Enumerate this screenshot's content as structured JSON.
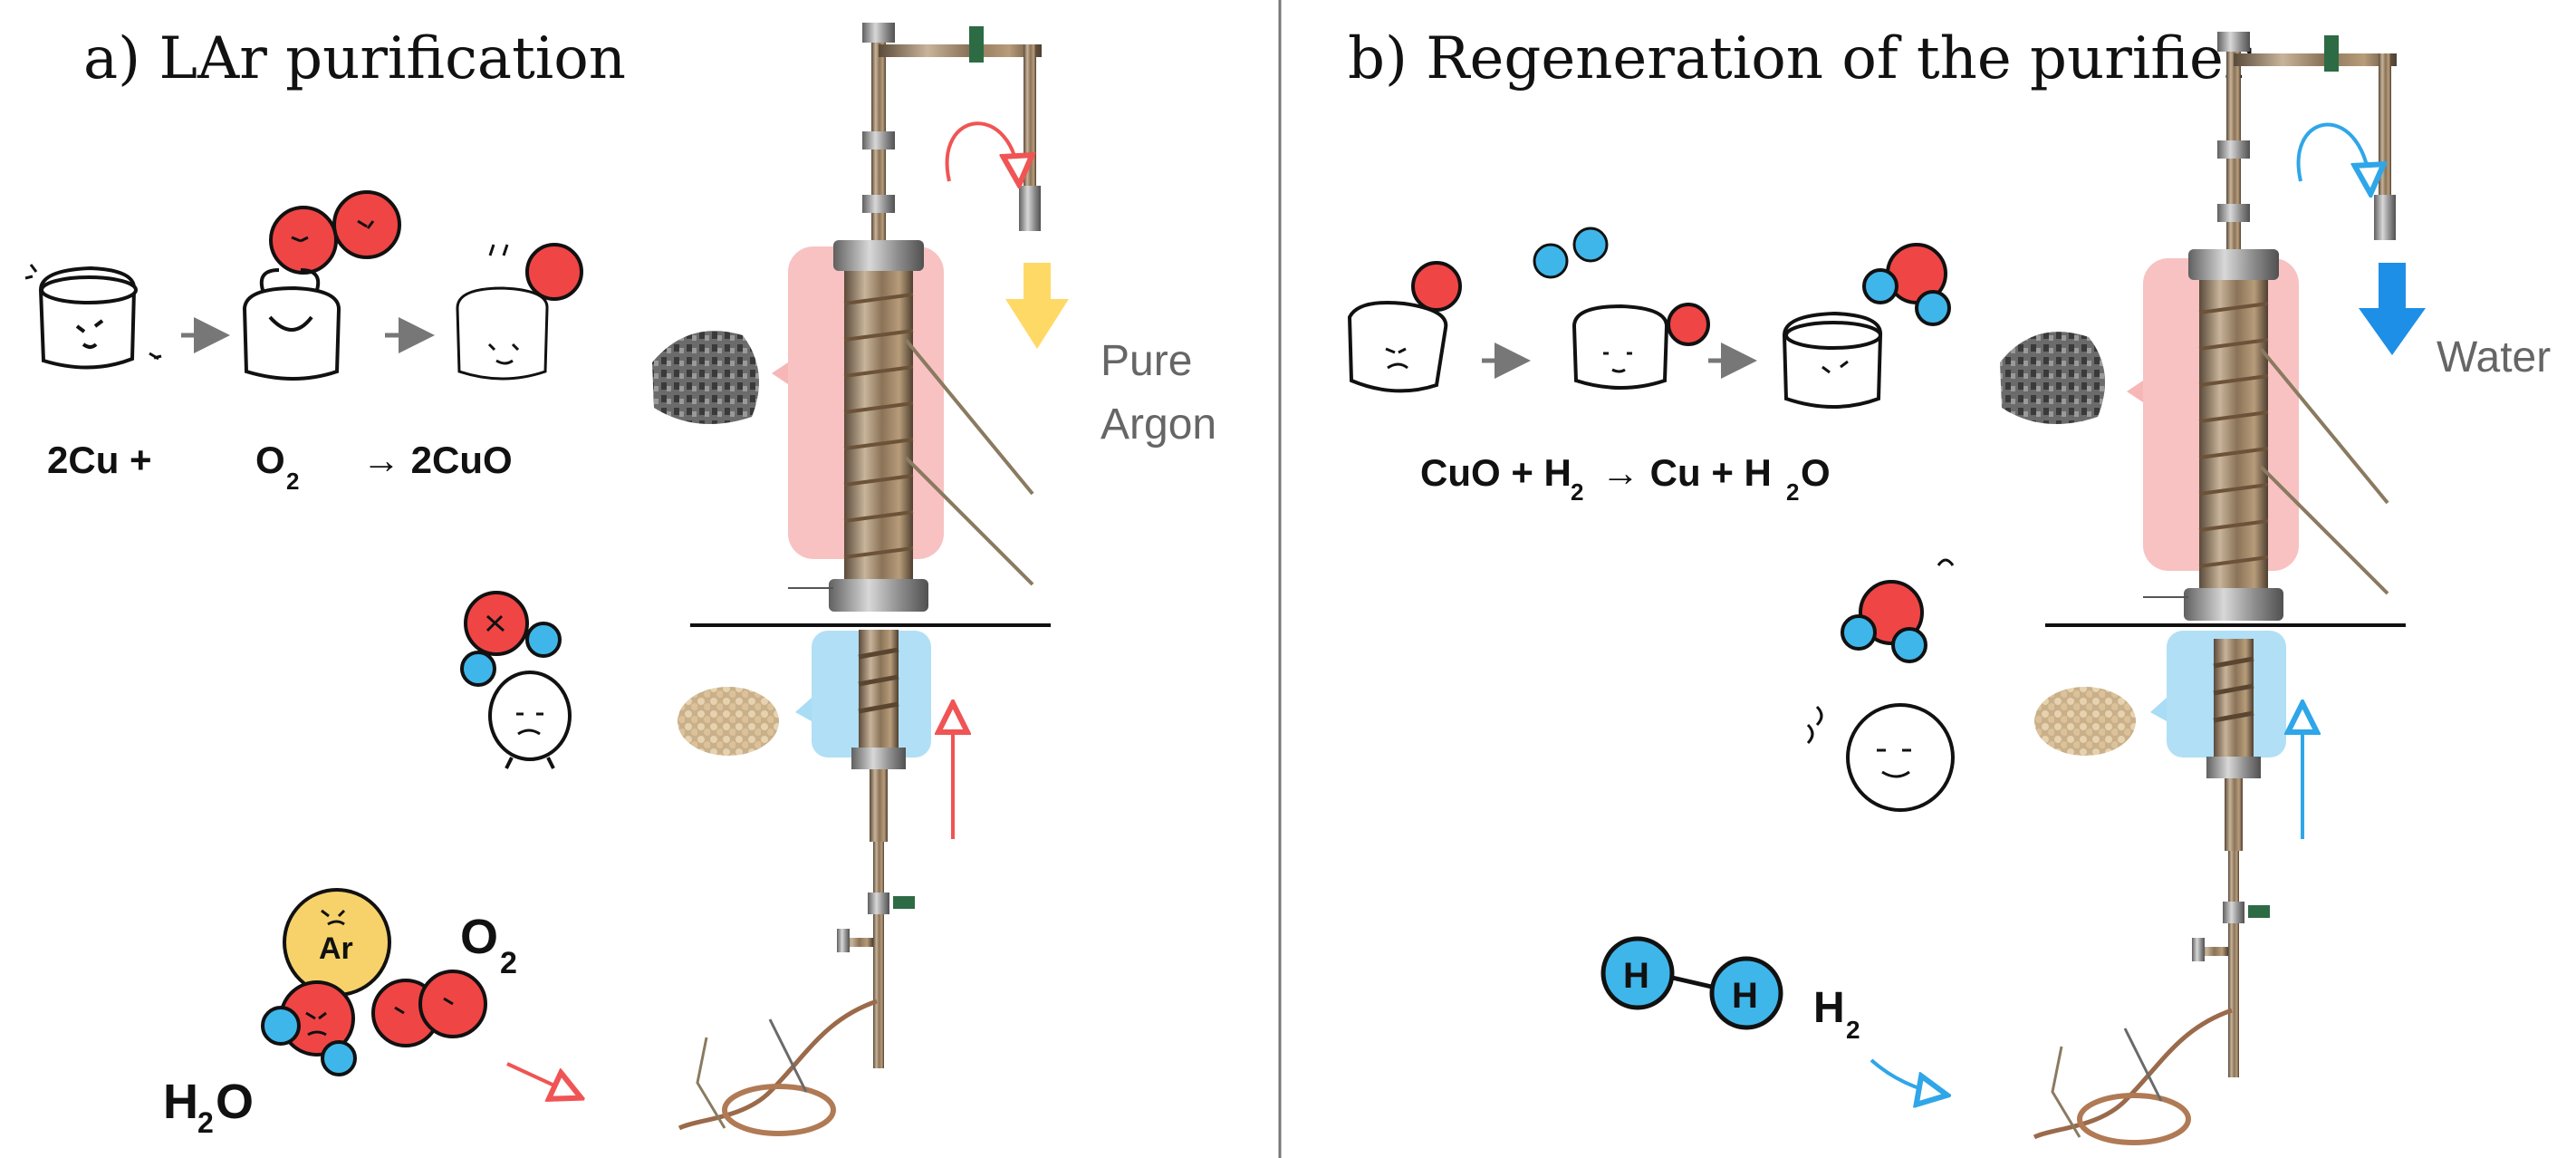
{
  "panels": {
    "a": {
      "title": "a) LAr purification",
      "flow_label_line1": "Pure",
      "flow_label_line2": "Argon",
      "reaction": {
        "t1": "2Cu  +",
        "t2": "O",
        "t2_sub": "2",
        "t3": "→ 2CuO"
      },
      "impurities": {
        "ar_label": "Ar",
        "o2_label": "O",
        "o2_sub": "2",
        "h2o_label_h": "H",
        "h2o_sub": "2",
        "h2o_label_o": "O"
      },
      "accent_color": "#f05454",
      "flow_color": "#ffd966"
    },
    "b": {
      "title": "b) Regeneration of the purifier",
      "flow_label": "Water",
      "reaction": {
        "t1": "CuO + H",
        "t1_sub": "2",
        "t2": "→ Cu + H",
        "t2_sub": "2",
        "t3": "O"
      },
      "h2": {
        "h_left": "H",
        "h_right": "H",
        "label": "H",
        "label_sub": "2"
      },
      "accent_color": "#2fa6e8",
      "flow_color": "#1e8fe6"
    }
  },
  "colors": {
    "oxygen": "#f04545",
    "hydrogen": "#3fb6ea",
    "argon": "#f7d26a",
    "heater": "#f7b7b7",
    "cooler": "#a9dcf5",
    "divider": "#777777",
    "label_gray": "#666666"
  },
  "icons": [
    "copper-cube-icon",
    "oxygen-molecule-icon",
    "water-molecule-icon",
    "hydrogen-molecule-icon",
    "argon-atom-icon",
    "catalyst-pellets-icon",
    "sieve-beads-icon",
    "purifier-column-icon"
  ]
}
